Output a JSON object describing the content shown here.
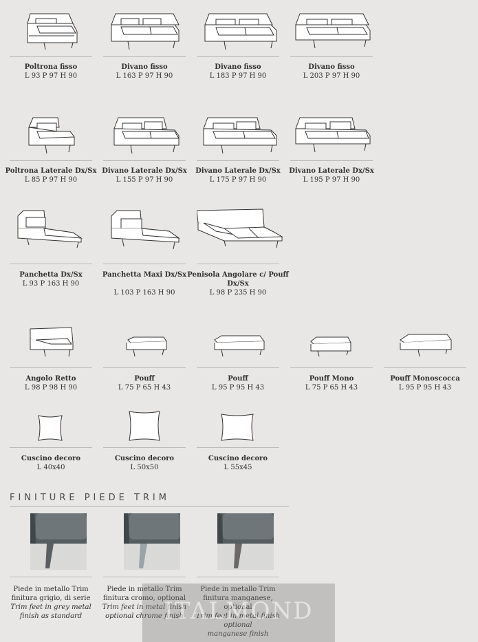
{
  "rows": [
    {
      "items": [
        {
          "name": "Poltrona fisso",
          "dims": "L 93 P 97 H 90",
          "icon": "armchair-icon"
        },
        {
          "name": "Divano fisso",
          "dims": "L 163 P 97 H 90",
          "icon": "sofa-2seat-icon"
        },
        {
          "name": "Divano fisso",
          "dims": "L 183 P 97 H 90",
          "icon": "sofa-2seat-icon"
        },
        {
          "name": "Divano fisso",
          "dims": "L 203 P 97 H 90",
          "icon": "sofa-2seat-icon"
        }
      ]
    },
    {
      "items": [
        {
          "name": "Poltrona Laterale Dx/Sx",
          "dims": "L 85 P 97 H 90",
          "icon": "armchair-side-icon"
        },
        {
          "name": "Divano Laterale Dx/Sx",
          "dims": "L 155 P 97 H 90",
          "icon": "sofa-side-icon"
        },
        {
          "name": "Divano Laterale Dx/Sx",
          "dims": "L 175 P 97 H 90",
          "icon": "sofa-side-icon"
        },
        {
          "name": "Divano Laterale Dx/Sx",
          "dims": "L 195 P 97 H 90",
          "icon": "sofa-side-icon"
        }
      ]
    },
    {
      "items": [
        {
          "name": "Panchetta Dx/Sx",
          "dims": "L 93 P 163 H 90",
          "icon": "chaise-icon"
        },
        {
          "name": "Panchetta Maxi Dx/Sx",
          "dims": "L 103 P 163 H 90",
          "icon": "chaise-maxi-icon"
        },
        {
          "name": "Penisola Angolare c/ Pouff Dx/Sx",
          "dims": "L 98 P 235 H 90",
          "icon": "peninsula-icon"
        }
      ]
    },
    {
      "items": [
        {
          "name": "Angolo Retto",
          "dims": "L 98 P 98 H 90",
          "icon": "corner-icon"
        },
        {
          "name": "Pouff",
          "dims": "L 75 P 65 H 43",
          "icon": "pouf-icon"
        },
        {
          "name": "Pouff",
          "dims": "L 95 P 95 H 43",
          "icon": "pouf-large-icon"
        },
        {
          "name": "Pouff Mono",
          "dims": "L 75 P 65 H 43",
          "icon": "pouf-mono-icon"
        },
        {
          "name": "Pouff Monoscocca",
          "dims": "L 95 P 95 H 43",
          "icon": "pouf-monoscocca-icon"
        }
      ]
    },
    {
      "items": [
        {
          "name": "Cuscino decoro",
          "dims": "L 40x40",
          "icon": "cushion-icon"
        },
        {
          "name": "Cuscino decoro",
          "dims": "L 50x50",
          "icon": "cushion-icon"
        },
        {
          "name": "Cuscino decoro",
          "dims": "L 55x45",
          "icon": "cushion-icon"
        }
      ]
    }
  ],
  "finishes": {
    "title": "FINITURE PIEDE TRIM",
    "items": [
      {
        "line1": "Piede in metallo Trim",
        "line2": "finitura grigio, di serie",
        "en1": "Trim feet in grey metal",
        "en2": "finish as standard",
        "color": "#5a5f62"
      },
      {
        "line1": "Piede in metallo Trim",
        "line2": "finitura cromo, optional",
        "en1": "Trim feet in metal finish",
        "en2": "optional chrome finish",
        "color": "#9aa3a8"
      },
      {
        "line1": "Piede in metallo Trim",
        "line2": "finitura manganese, optional",
        "en1": "Trim feet in metal finish optional",
        "en2": "manganese finish",
        "color": "#6b6866"
      }
    ]
  },
  "watermark": "ITALMOND",
  "colors": {
    "background": "#e8e7e5",
    "rule": "#b9b8b6",
    "fabric": "#5c6467"
  }
}
